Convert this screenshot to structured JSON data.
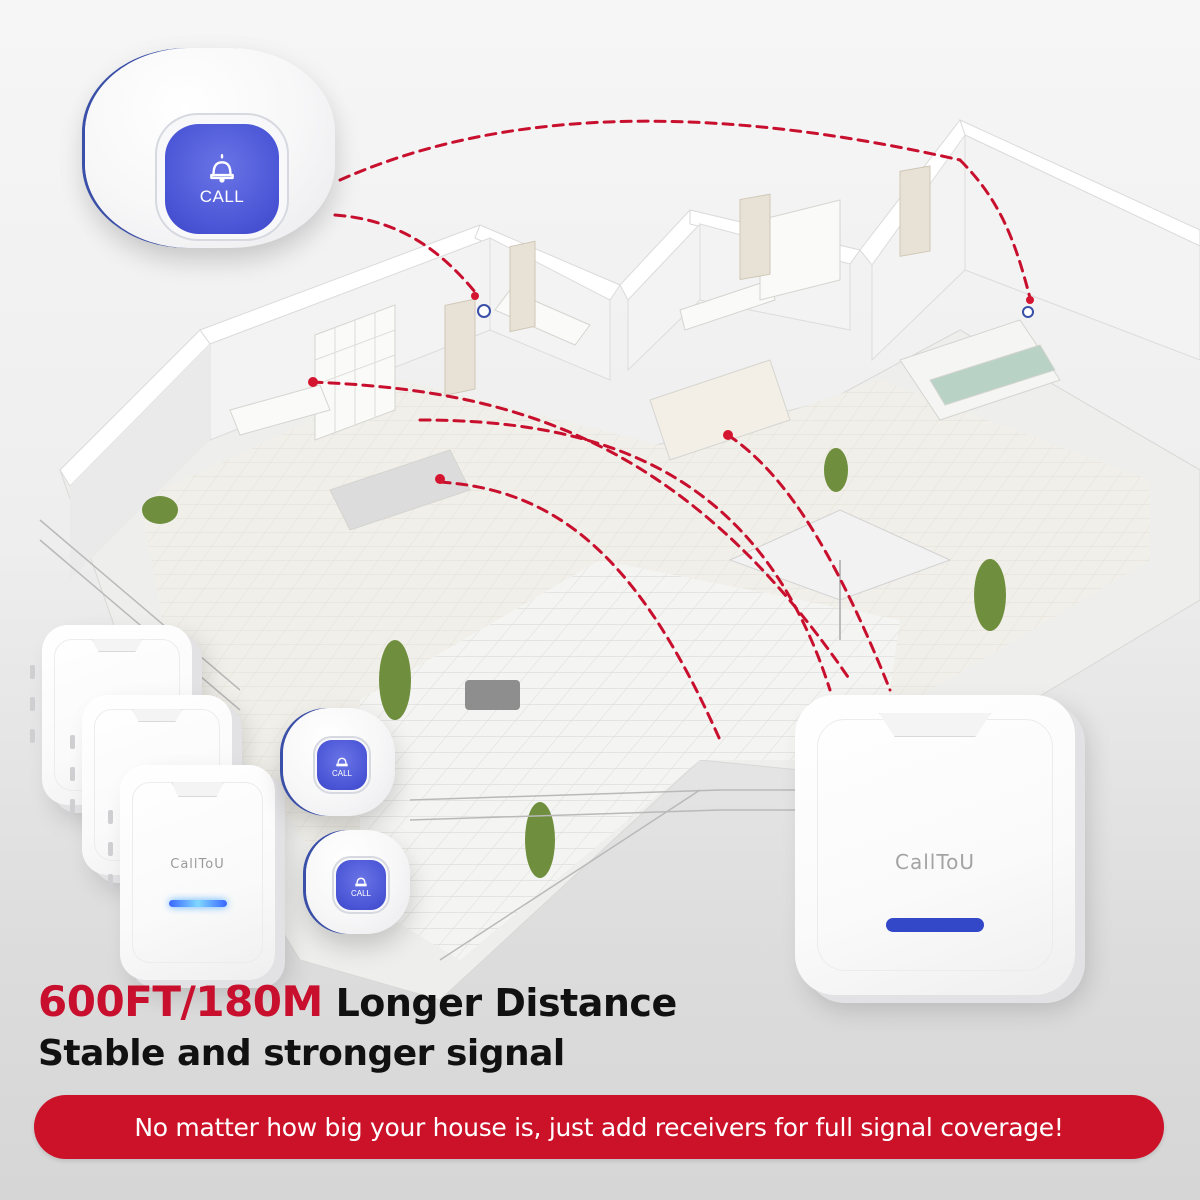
{
  "headline": {
    "range": "600FT/180M",
    "rest": "Longer Distance",
    "subline": "Stable and stronger signal"
  },
  "banner": {
    "text": "No matter how big your house is, just add receivers for full signal coverage!"
  },
  "call_button": {
    "label": "CALL",
    "icon": "bell-icon"
  },
  "receiver": {
    "brand": "CallToU"
  },
  "colors": {
    "accent_red": "#cc1229",
    "button_blue": "#4a55d6",
    "led_blue": "#3347c9",
    "signal_line": "#c8102e",
    "background": "#eeeeee"
  }
}
